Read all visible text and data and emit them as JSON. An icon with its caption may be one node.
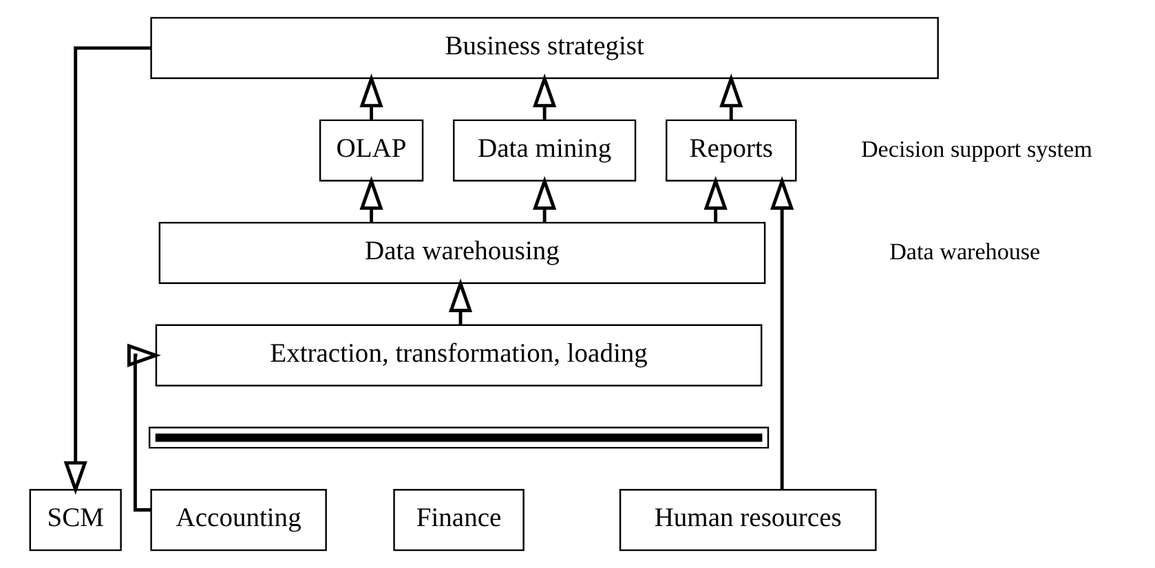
{
  "diagram": {
    "nodes": [
      {
        "text": [
          "Business strategist"
        ]
      },
      {
        "text": [
          "OLAP"
        ]
      },
      {
        "text": [
          "Data mining"
        ]
      },
      {
        "text": [
          "Reports"
        ]
      },
      {
        "text": [
          "Data warehousing"
        ]
      },
      {
        "text": [
          "Extraction, transformation, loading"
        ]
      },
      {
        "text": [],
        "shape": "bar"
      },
      {
        "text": [
          "SCM"
        ]
      },
      {
        "text": [
          "Accounting"
        ]
      },
      {
        "text": [
          "Finance"
        ]
      },
      {
        "text": [
          "Human resources"
        ]
      }
    ],
    "edges": [
      {
        "from": 1,
        "to": 0,
        "arrow": "to"
      },
      {
        "from": 2,
        "to": 0,
        "arrow": "to"
      },
      {
        "from": 3,
        "to": 0,
        "arrow": "to"
      },
      {
        "from": 4,
        "to": 1,
        "arrow": "to"
      },
      {
        "from": 4,
        "to": 2,
        "arrow": "to"
      },
      {
        "from": 4,
        "to": 3,
        "arrow": "to"
      },
      {
        "from": 5,
        "to": 4,
        "arrow": "to"
      },
      {
        "from": 8,
        "to": 5,
        "arrow": "to"
      },
      {
        "from": 10,
        "to": 3,
        "arrow": "to"
      },
      {
        "from": 0,
        "to": 7,
        "arrow": "to"
      }
    ],
    "labels": [
      "Data warehouse",
      "Decision support system"
    ]
  }
}
